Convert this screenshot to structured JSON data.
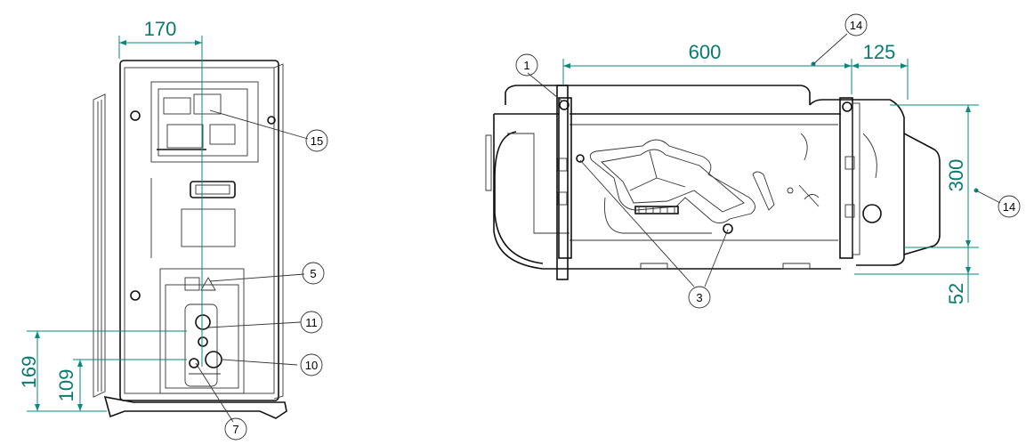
{
  "dimensions": {
    "side_width": "170",
    "side_height_169": "169",
    "side_height_109": "109",
    "top_span": "600",
    "top_offset": "125",
    "top_depth": "300",
    "top_low": "52"
  },
  "callouts": {
    "c1": "1",
    "c3": "3",
    "c5": "5",
    "c7": "7",
    "c10": "10",
    "c11": "11",
    "c14a": "14",
    "c14b": "14",
    "c15": "15"
  },
  "colors": {
    "dimension_line": "#0a8a7c",
    "dimension_text": "#0a7a70",
    "outline": "#111111"
  }
}
